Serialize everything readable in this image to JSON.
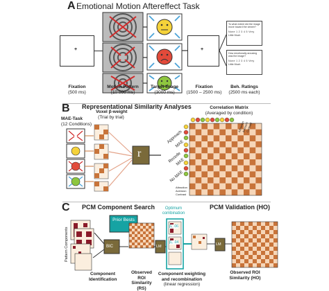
{
  "panelA": {
    "letter": "A",
    "title": "Emotional Motion Aftereffect Task",
    "fixation_mark": "+",
    "stages": [
      {
        "label": "Fixation",
        "time": "(500 ms)"
      },
      {
        "label": "Motion Pattern",
        "time": "(10 000 ms)"
      },
      {
        "label": "Target Image",
        "time": "(3000 ms)"
      },
      {
        "label": "Fixation",
        "time": "(1500 – 2500 ms)"
      },
      {
        "label": "Beh. Ratings",
        "time": "(2500 ms each)"
      }
    ],
    "rating1": {
      "question": "To what extent did the image move toward the viewer?",
      "scale": "None 1 2 3 4 5 Very",
      "ends": "Little Much"
    },
    "rating2": {
      "question": "How emotionally arousing was the image?",
      "scale": "None 1 2 3 4 5 Very",
      "ends": "Little Much"
    }
  },
  "panelB": {
    "letter": "B",
    "title": "Representational Similarity Analyses",
    "mae_task": "MAE-Task",
    "conditions": "(12 Conditions)",
    "voxel_weight": "Voxel β-weight",
    "trial_by_trial": "(Trial by trial)",
    "r_label": "r",
    "corr_title": "Correlation Matrix",
    "corr_sub": "(Averaged by condition)",
    "row_labels": [
      "Approach",
      "MAE",
      "Recede",
      "MAE",
      "No MAE"
    ],
    "row_small": [
      "Attraction",
      "Aversion",
      "Contrast"
    ],
    "col_small": [
      "Attraction",
      "Aversion",
      "Contrast"
    ]
  },
  "panelC": {
    "letter": "C",
    "title_left": "PCM Component Search",
    "title_right": "PCM Validation (HO)",
    "pattern_components": "Pattern Components",
    "prior_bests": "Prior Bests",
    "bic": "BIC",
    "component_identification": "Component Identification",
    "observed_rs": "Observed ROI Similarity (RS)",
    "optimum": "Optimum combination",
    "beta1": "β₁ .06",
    "beta2": "β₂ .04",
    "lm1": "LM",
    "lm2": "LM",
    "weighting": "Component weighting and recombination",
    "linear_regression": "(linear regression)",
    "observed_ho": "Observed ROI Similarity (HO)"
  },
  "colors": {
    "orange_dark": "#c8743a",
    "orange_light": "#f6d6b8",
    "cream": "#fbeede",
    "arrow_red": "#d12a2a",
    "arrow_blue": "#4aa3d8",
    "teal": "#16a3a3",
    "maroon": "#8a1b2a",
    "face_yellow": "#f5d23a",
    "face_red": "#e24a3a",
    "face_green": "#8ec63f"
  }
}
